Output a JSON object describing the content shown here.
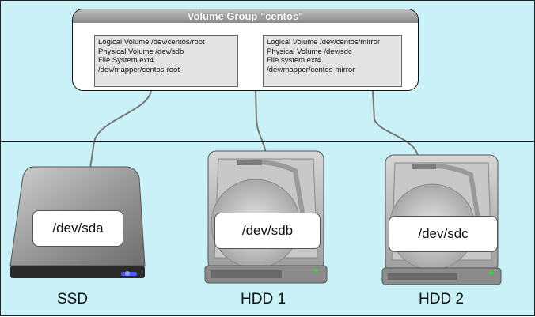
{
  "volume_group": {
    "title": "Volume Group \"centos\"",
    "root": {
      "logical_volume": "Logical Volume /dev/centos/root",
      "physical_volume": "Physical Volume /dev/sdb",
      "file_system": "File System ext4",
      "mapper": "/dev/mapper/centos-root"
    },
    "mirror": {
      "logical_volume": "Logical Volume /dev/centos/mirror",
      "physical_volume": "Physical Volume /dev/sdc",
      "file_system": "File system ext4",
      "mapper": "/dev/mapper/centos-mirror"
    }
  },
  "disks": [
    {
      "name": "SSD",
      "device": "/dev/sda"
    },
    {
      "name": "HDD 1",
      "device": "/dev/sdb"
    },
    {
      "name": "HDD 2",
      "device": "/dev/sdc"
    }
  ]
}
